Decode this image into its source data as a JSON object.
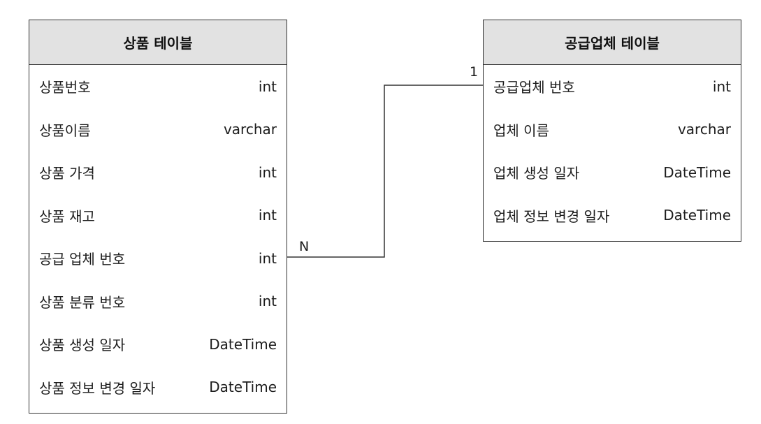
{
  "product_table": {
    "title": "상품 테이블",
    "fields": [
      {
        "name": "상품번호",
        "type": "int"
      },
      {
        "name": "상품이름",
        "type": "varchar"
      },
      {
        "name": "상품 가격",
        "type": "int"
      },
      {
        "name": "상품 재고",
        "type": "int"
      },
      {
        "name": "공급 업체 번호",
        "type": "int"
      },
      {
        "name": "상품 분류 번호",
        "type": "int"
      },
      {
        "name": "상품 생성 일자",
        "type": "DateTime"
      },
      {
        "name": "상품 정보 변경 일자",
        "type": "DateTime"
      }
    ]
  },
  "supplier_table": {
    "title": "공급업체 테이블",
    "fields": [
      {
        "name": "공급업체 번호",
        "type": "int"
      },
      {
        "name": "업체 이름",
        "type": "varchar"
      },
      {
        "name": "업체 생성 일자",
        "type": "DateTime"
      },
      {
        "name": "업체 정보 변경 일자",
        "type": "DateTime"
      }
    ]
  },
  "relationship": {
    "from_field": "공급 업체 번호",
    "to_field": "공급업체 번호",
    "from_cardinality": "N",
    "to_cardinality": "1",
    "line_color": "#333333"
  }
}
